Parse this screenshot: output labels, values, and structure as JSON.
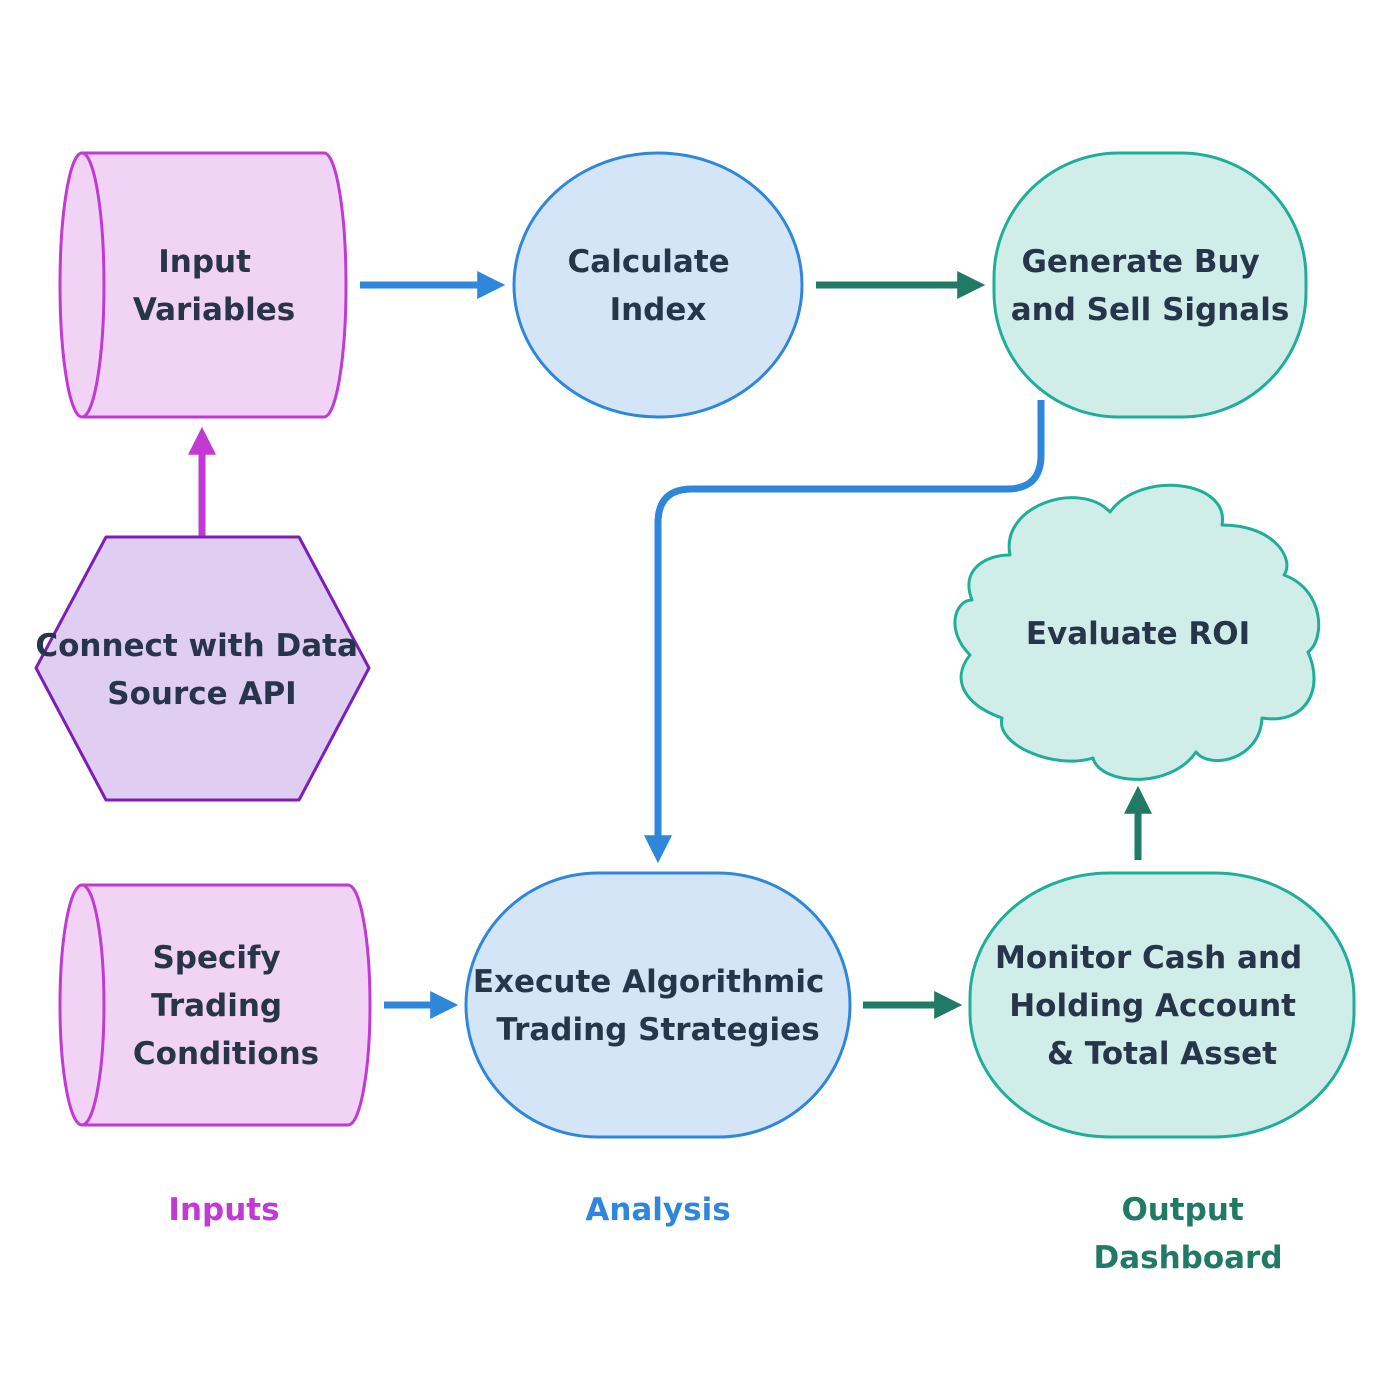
{
  "colors": {
    "inputs_stroke": "#c13ad4",
    "inputs_fill": "#f1d3f5",
    "hexagon_stroke": "#7b1fb8",
    "hexagon_fill": "#e0cdf2",
    "analysis_stroke": "#2f87dc",
    "analysis_fill": "#d3e5f6",
    "output_stroke": "#1fae98",
    "output_fill": "#d0edea",
    "output_arrow": "#207a66",
    "text": "#27354a"
  },
  "nodes": {
    "input_variables": [
      "Input",
      "Variables"
    ],
    "connect_api": [
      "Connect with Data",
      "Source API"
    ],
    "trading_conditions": [
      "Specify",
      "Trading",
      "Conditions"
    ],
    "calculate_index": [
      "Calculate",
      "Index"
    ],
    "execute_strategies": [
      "Execute Algorithmic",
      "Trading Strategies"
    ],
    "generate_signals": [
      "Generate Buy",
      "and Sell Signals"
    ],
    "evaluate_roi": [
      "Evaluate ROI"
    ],
    "monitor_cash": [
      "Monitor Cash and",
      "Holding Account",
      "& Total Asset"
    ]
  },
  "columns": {
    "inputs": [
      "Inputs"
    ],
    "analysis": [
      "Analysis"
    ],
    "output": [
      "Output",
      "Dashboard"
    ]
  }
}
